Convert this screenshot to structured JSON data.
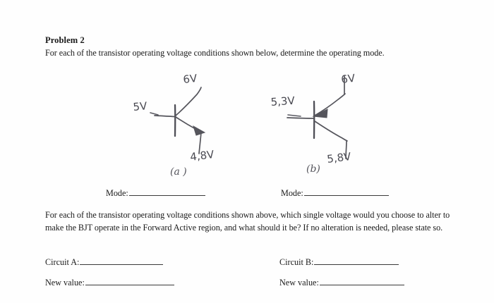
{
  "document": {
    "problem_title": "Problem 2",
    "intro": "For each of the transistor operating voltage conditions shown below, determine the operating mode.",
    "second_paragraph": "For each of the transistor operating voltage conditions shown above, which single voltage would you choose to alter to make the BJT operate in the Forward Active region, and what should it be?  If no alteration is needed, please state so."
  },
  "circuits": [
    {
      "id": "a",
      "caption": "(a )",
      "type": "npn",
      "base_voltage": "5V",
      "collector_voltage": "6V",
      "emitter_voltage": "4,8V"
    },
    {
      "id": "b",
      "caption": "(b)",
      "type": "pnp",
      "base_voltage": "5,3V",
      "top_voltage": "6V",
      "bottom_voltage": "5,8V"
    }
  ],
  "answers": {
    "mode_a_label": "Mode:",
    "mode_b_label": "Mode:",
    "circuit_a_label": "Circuit A:",
    "circuit_b_label": "Circuit B:",
    "new_value_a_label": "New value:",
    "new_value_b_label": "New value:"
  }
}
